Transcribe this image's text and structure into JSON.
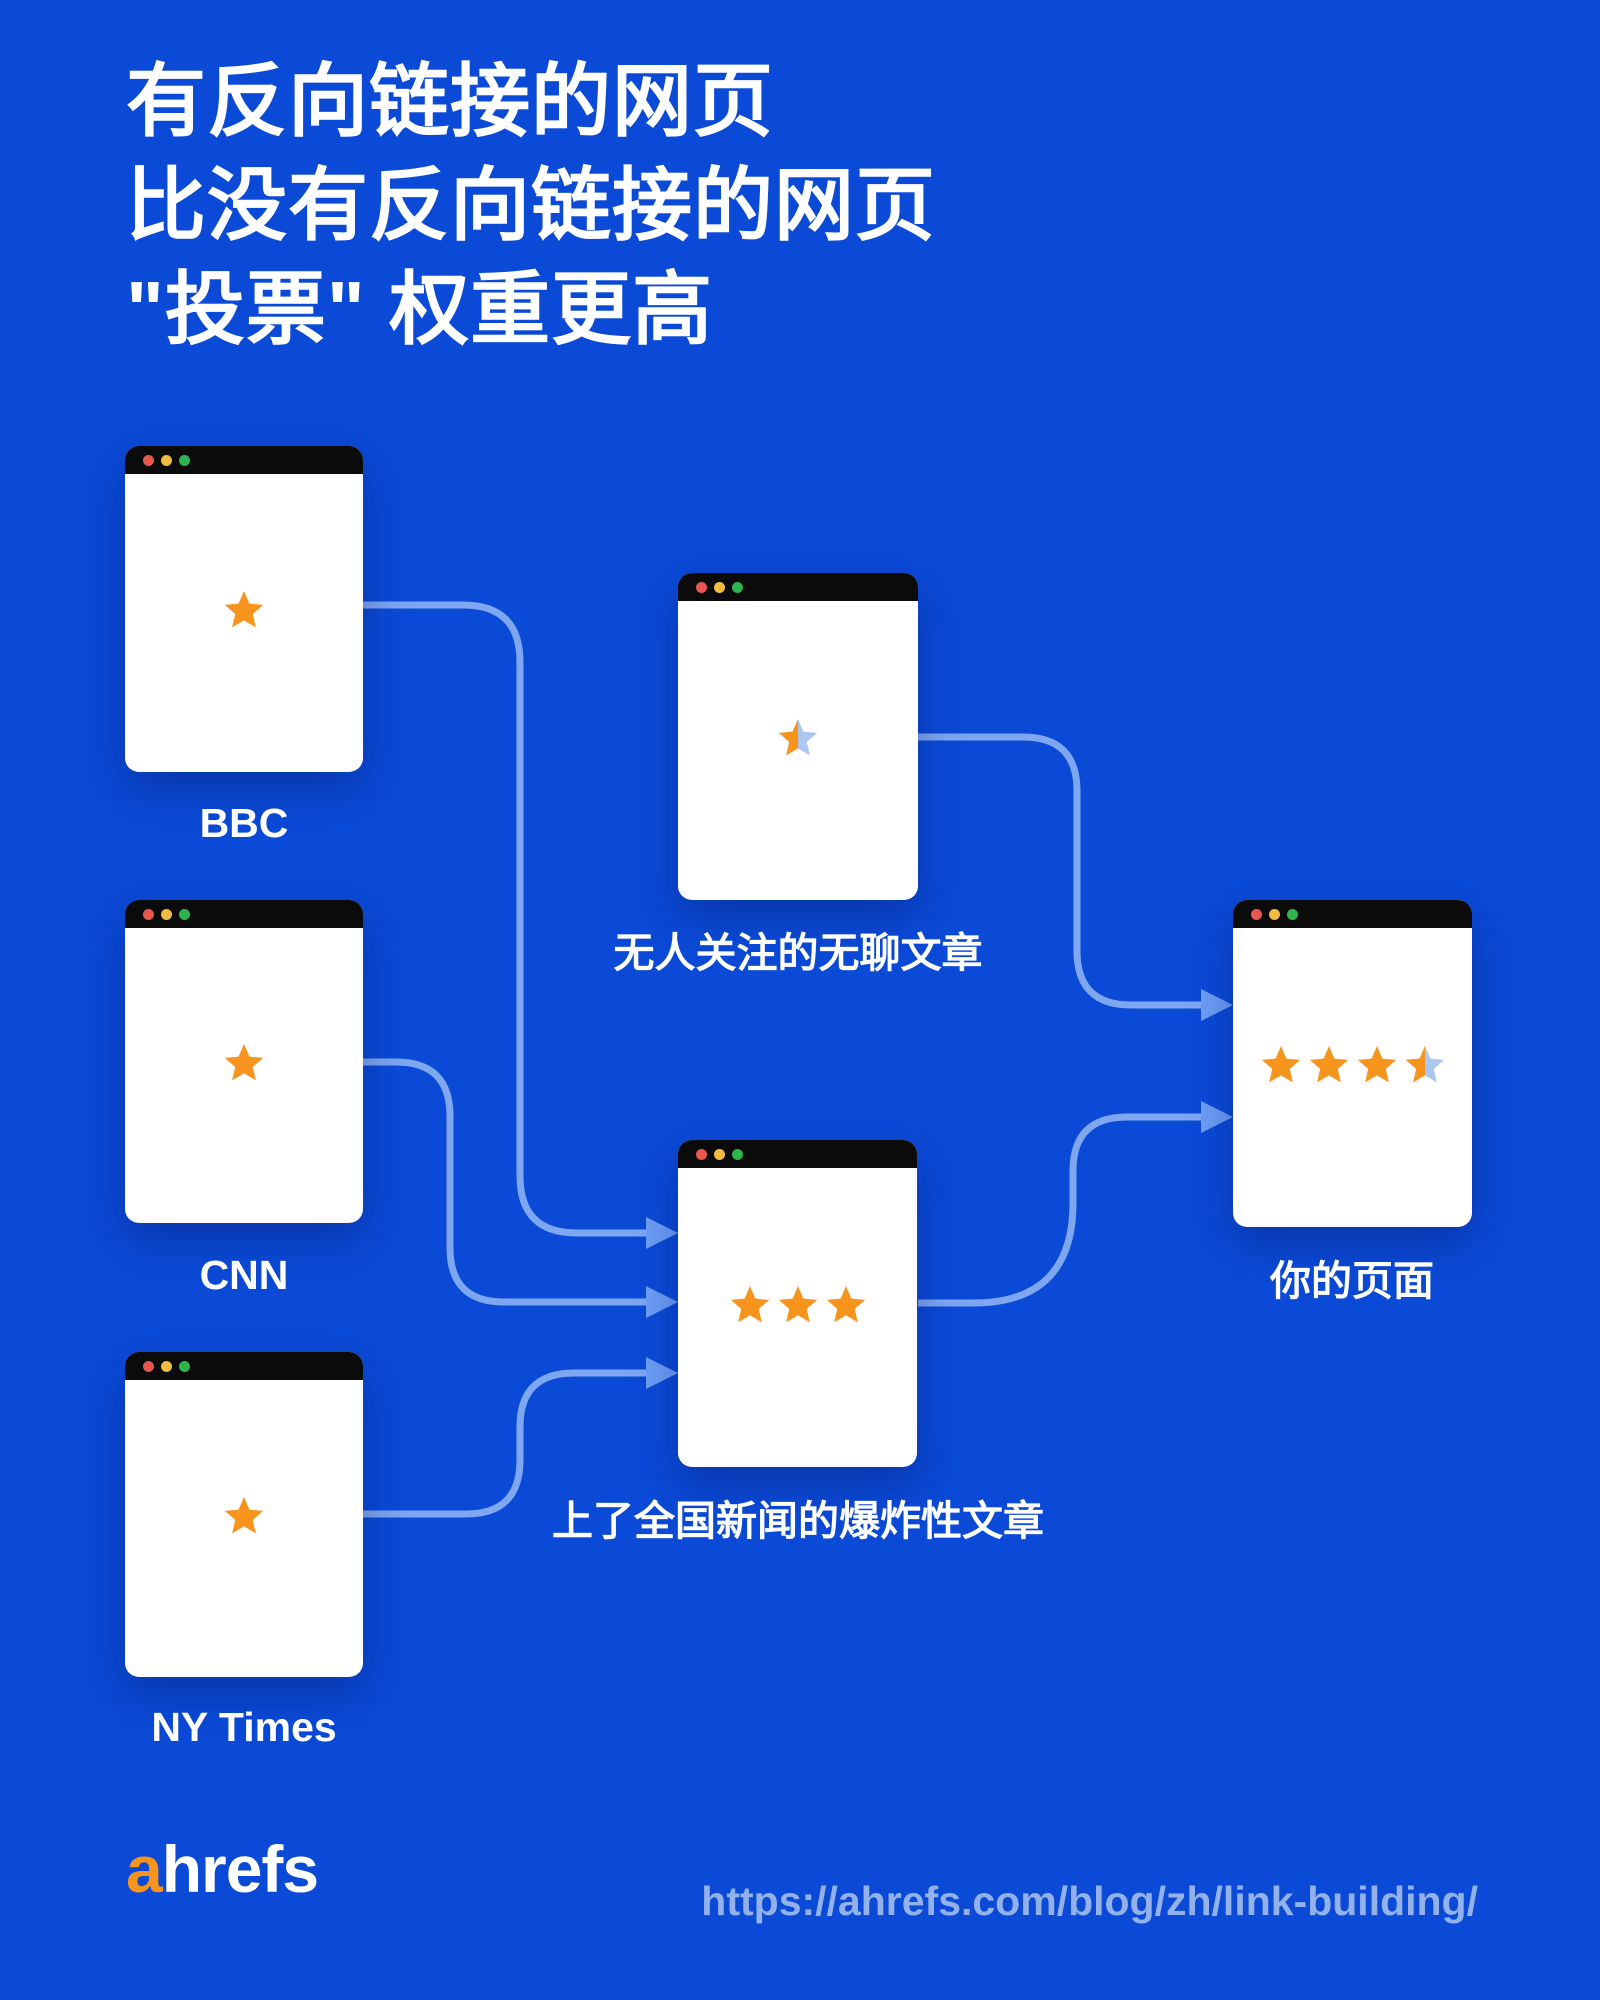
{
  "colors": {
    "background": "#0b4ad7",
    "titlebar": "#0b0b0c",
    "window_bg": "#ffffff",
    "dot_red": "#e8574d",
    "dot_yellow": "#f3bb40",
    "dot_green": "#2eb44f",
    "star_orange": "#f7941e",
    "star_muted": "#abc6ef",
    "connector_line": "#7fa7f1",
    "connector_arrow": "#6d9ff7",
    "text": "#ffffff",
    "url_text": "#93b2ec",
    "logo_orange": "#f7941d"
  },
  "title": {
    "lines": [
      "有反向链接的网页",
      "比没有反向链接的网页",
      "\"投票\" 权重更高"
    ]
  },
  "windows": {
    "bbc": {
      "label": "BBC",
      "stars": {
        "full": 1,
        "half": false
      }
    },
    "cnn": {
      "label": "CNN",
      "stars": {
        "full": 1,
        "half": false
      }
    },
    "nytimes": {
      "label": "NY Times",
      "stars": {
        "full": 1,
        "half": false
      }
    },
    "boring": {
      "label": "无人关注的无聊文章",
      "stars": {
        "full": 0,
        "half": true
      }
    },
    "viral": {
      "label": "上了全国新闻的爆炸性文章",
      "stars": {
        "full": 3,
        "half": false
      }
    },
    "yourpage": {
      "label": "你的页面",
      "stars": {
        "full": 3,
        "half": true
      }
    }
  },
  "connections": [
    {
      "from": "BBC",
      "to": "上了全国新闻的爆炸性文章"
    },
    {
      "from": "CNN",
      "to": "上了全国新闻的爆炸性文章"
    },
    {
      "from": "NY Times",
      "to": "上了全国新闻的爆炸性文章"
    },
    {
      "from": "无人关注的无聊文章",
      "to": "你的页面"
    },
    {
      "from": "上了全国新闻的爆炸性文章",
      "to": "你的页面"
    }
  ],
  "footer": {
    "logo_prefix": "a",
    "logo_suffix": "hrefs",
    "url": "https://ahrefs.com/blog/zh/link-building/"
  }
}
